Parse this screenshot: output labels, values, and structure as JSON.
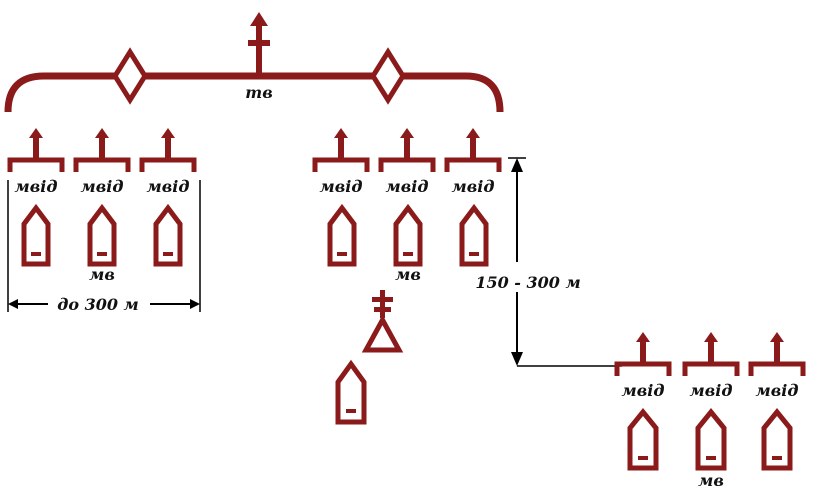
{
  "colors": {
    "symbol": "#8b1a1a",
    "line": "#000000",
    "text": "#111111"
  },
  "commander": {
    "label": "тв"
  },
  "groups": {
    "left": {
      "unit_label": "мвід",
      "sub_label": "мв"
    },
    "mid": {
      "unit_label": "мвід",
      "sub_label": "мв"
    },
    "right": {
      "unit_label": "мвід",
      "sub_label": "мв"
    }
  },
  "units": [
    "мвід",
    "мвід",
    "мвід"
  ],
  "dimensions": {
    "left_width": "до 300 м",
    "depth": "150 - 300 м"
  }
}
